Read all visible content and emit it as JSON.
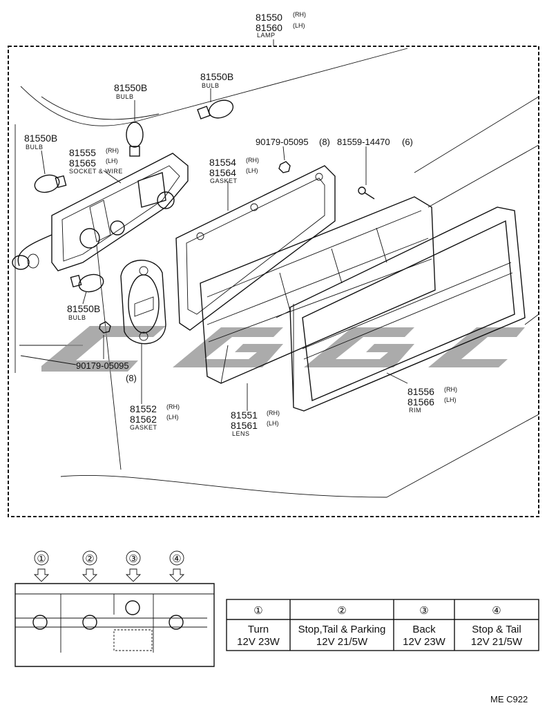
{
  "lamp": {
    "rh": "81550",
    "rh_suffix": "(RH)",
    "lh": "81560",
    "lh_suffix": "(LH)",
    "caption": "LAMP"
  },
  "bulb_top_right": {
    "part": "81550B",
    "caption": "BULB"
  },
  "bulb_top_mid": {
    "part": "81550B",
    "caption": "BULB"
  },
  "bulb_left": {
    "part": "81550B",
    "caption": "BULB"
  },
  "bulb_lower": {
    "part": "81550B",
    "caption": "BULB"
  },
  "socket": {
    "rh": "81555",
    "rh_suffix": "(RH)",
    "lh": "81565",
    "lh_suffix": "(LH)",
    "caption": "SOCKET & WIRE"
  },
  "nut_top": {
    "part": "90179-05095",
    "qty": "(8)"
  },
  "screw": {
    "part": "81559-14470",
    "qty": "(6)"
  },
  "gasket_rear": {
    "rh": "81554",
    "rh_suffix": "(RH)",
    "lh": "81564",
    "lh_suffix": "(LH)",
    "caption": "GASKET"
  },
  "nut_lower": {
    "part": "90179-05095",
    "qty": "(8)"
  },
  "gasket_small": {
    "rh": "81552",
    "rh_suffix": "(RH)",
    "lh": "81562",
    "lh_suffix": "(LH)",
    "caption": "GASKET"
  },
  "lens": {
    "rh": "81551",
    "rh_suffix": "(RH)",
    "lh": "81561",
    "lh_suffix": "(LH)",
    "caption": "LENS"
  },
  "rim": {
    "rh": "81556",
    "rh_suffix": "(RH)",
    "lh": "81566",
    "lh_suffix": "(LH)",
    "caption": "RIM"
  },
  "positions": [
    "①",
    "②",
    "③",
    "④"
  ],
  "bulb_table": {
    "headers": [
      "①",
      "②",
      "③",
      "④"
    ],
    "functions": [
      "Turn",
      "Stop,Tail & Parking",
      "Back",
      "Stop & Tail"
    ],
    "specs": [
      "12V 23W",
      "12V 21/5W",
      "12V 23W",
      "12V 21/5W"
    ]
  },
  "page_code": "ME  C922",
  "colors": {
    "ink": "#111111",
    "watermark": "#8a8a8a"
  }
}
